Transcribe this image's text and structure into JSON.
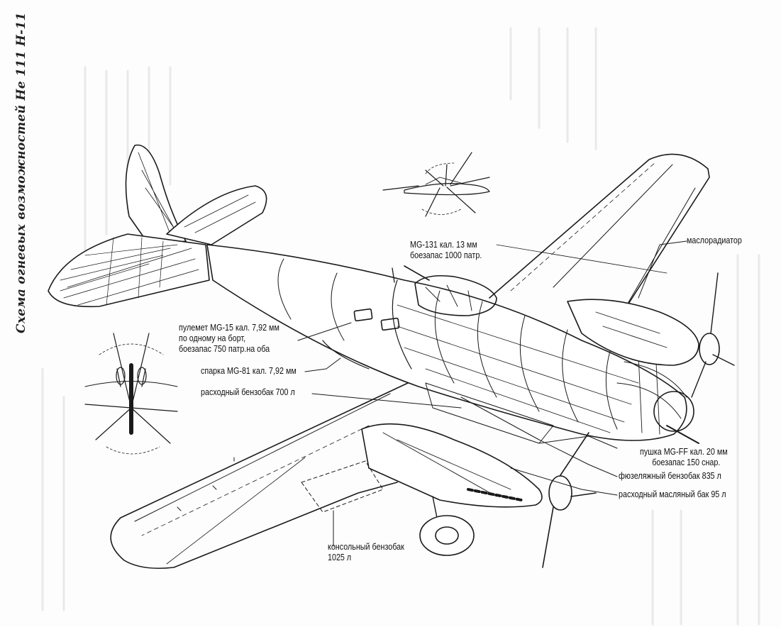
{
  "title": "Схема огневых возможностей Не 111 Н-11",
  "labels": {
    "oil_radiator": "маслорадиатор",
    "mg131": {
      "line1": "MG-131 кал. 13 мм",
      "line2": "боезапас 1000 патр."
    },
    "mg15": {
      "line1": "пулемет MG-15 кал. 7,92 мм",
      "line2": "по одному на борт,",
      "line3": "боезапас 750 патр.на оба"
    },
    "mg81": "спарка MG-81 кал. 7,92 мм",
    "service_tank": "расходный бензобак 700 л",
    "mgff": {
      "line1": "пушка MG-FF кал. 20 мм",
      "line2": "боезапас 150 снар."
    },
    "fuselage_tank": "фюзеляжный бензобак 835 л",
    "oil_tank": "расходный масляный бак 95 л",
    "wing_tank": {
      "line1": "консольный бензобак",
      "line2": "1025 л"
    }
  },
  "colors": {
    "ink": "#1a1a1a",
    "paper": "#fdfdfd",
    "ghost": "#9a9a9a"
  }
}
